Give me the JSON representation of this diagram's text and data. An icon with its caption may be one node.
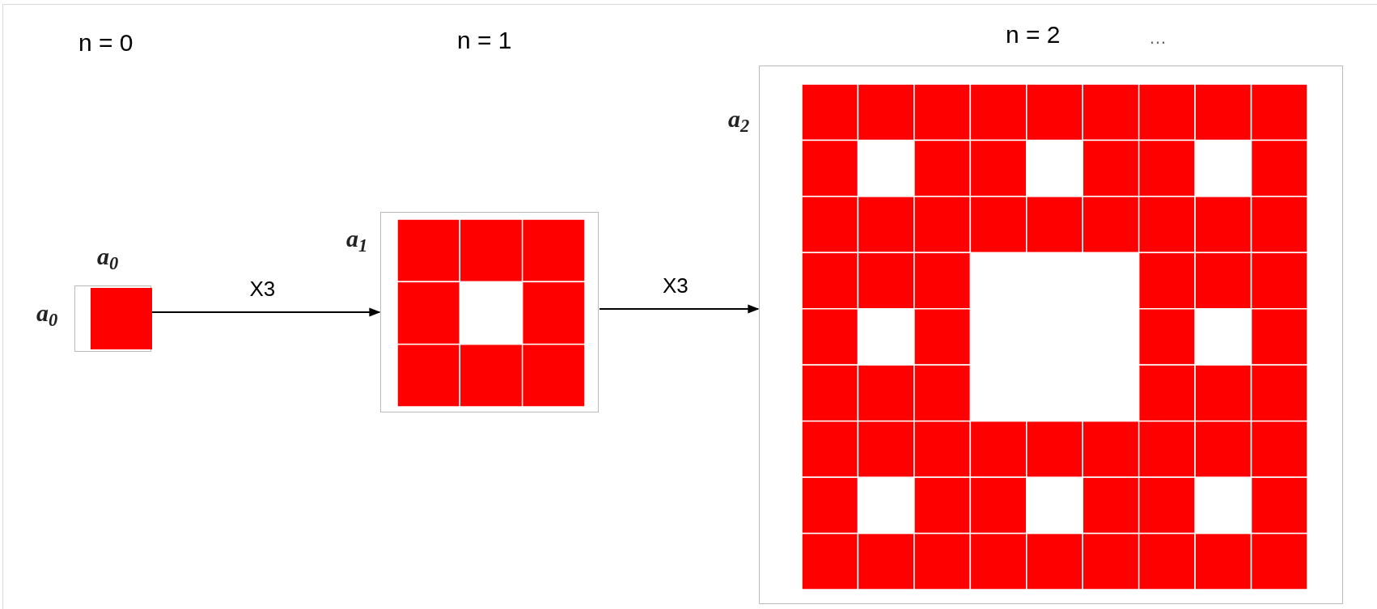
{
  "diagram": {
    "nodes": [
      {
        "text": [],
        "shape": "picture",
        "beside": [
          "a$_{0}$",
          "a$_{0}$"
        ]
      },
      {
        "text": [],
        "shape": "picture",
        "beside": [
          "a$_{1}$"
        ]
      },
      {
        "text": [],
        "shape": "picture",
        "beside": [
          "a$_{2}$"
        ]
      }
    ],
    "edges": [
      {
        "from": 0,
        "to": 1,
        "arrow": "to",
        "label": "X3"
      },
      {
        "from": 1,
        "to": 2,
        "arrow": "to",
        "label": "X3"
      }
    ],
    "labels": [
      "n = 0",
      "n = 1",
      "n = 2",
      "…"
    ]
  }
}
